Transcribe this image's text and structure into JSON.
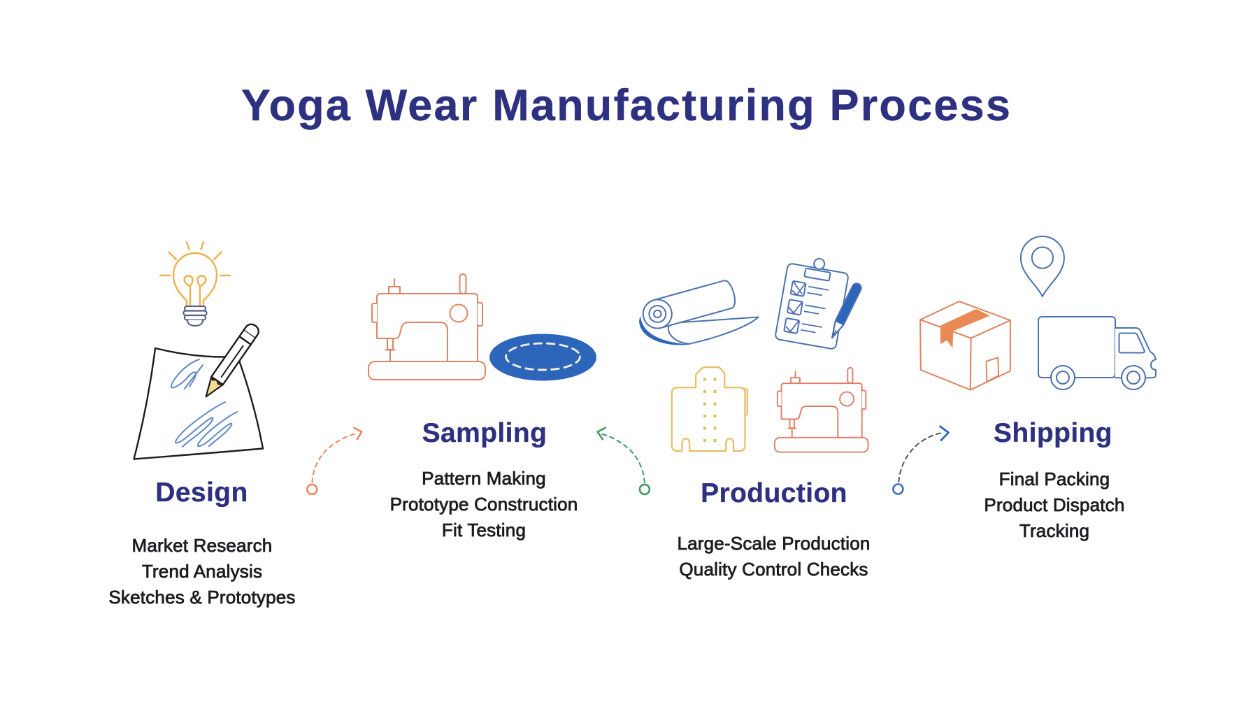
{
  "title": "Yoga Wear Manufacturing Process",
  "stages": [
    {
      "name": "Design",
      "items": [
        "Market Research",
        "Trend Analysis",
        "Sketches & Prototypes"
      ],
      "icons": [
        "lightbulb-icon",
        "sketch-paper-pencil-icon"
      ]
    },
    {
      "name": "Sampling",
      "items": [
        "Pattern Making",
        "Prototype Construction",
        "Fit Testing"
      ],
      "icons": [
        "sewing-machine-icon",
        "stitched-fabric-patch-icon"
      ]
    },
    {
      "name": "Production",
      "items": [
        "Large-Scale Production",
        "Quality Control Checks"
      ],
      "icons": [
        "fabric-roll-icon",
        "checklist-clipboard-icon",
        "pattern-piece-icon",
        "sewing-machine-icon"
      ]
    },
    {
      "name": "Shipping",
      "items": [
        "Final Packing",
        "Product Dispatch",
        "Tracking"
      ],
      "icons": [
        "location-pin-icon",
        "package-box-icon",
        "delivery-truck-icon"
      ]
    }
  ],
  "connectors": [
    {
      "from": "Design",
      "to": "Sampling",
      "style": "dashed-curved-arrow",
      "color": "#e8875d"
    },
    {
      "from": "Production",
      "to": "Sampling",
      "style": "dashed-curved-arrow",
      "color": "#3f9a60"
    },
    {
      "from": "Production",
      "to": "Shipping",
      "style": "dashed-curved-arrow",
      "color": "#3a6bc4"
    }
  ],
  "colors": {
    "background": "#ffffff",
    "title": "#2e3180",
    "stage_heading": "#2e3180",
    "item_text": "#1d1d1f",
    "orange_outline": "#df8462",
    "yellow_outline": "#eab954",
    "blue_outline": "#4b70ad",
    "blue_fill": "#2d65ba",
    "green_accent": "#3f9a60",
    "tape_fill": "#e98a56",
    "pencil_wood": "#f5dc95"
  }
}
